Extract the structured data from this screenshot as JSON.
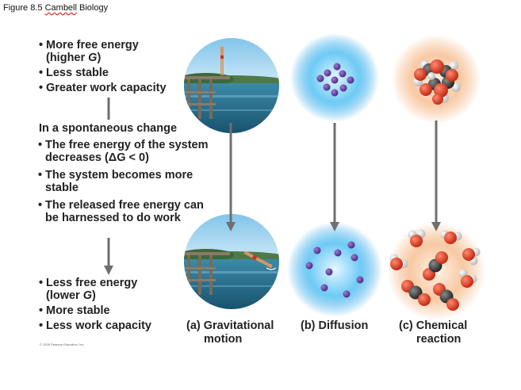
{
  "caption": {
    "prefix": "Figure 8.5 ",
    "underlined": "Cambell",
    "suffix": " Biology"
  },
  "top_list": [
    {
      "line1": "More free energy",
      "line2_prefix": "(higher ",
      "line2_italic": "G",
      "line2_suffix": ")"
    },
    {
      "line1": "Less stable"
    },
    {
      "line1": "Greater work capacity"
    }
  ],
  "middle": {
    "header": "In a spontaneous change",
    "bullets": [
      {
        "line1": "The free energy of the system",
        "line2": "decreases (ΔG < 0)"
      },
      {
        "line1": "The system becomes more",
        "line2": "stable"
      },
      {
        "line1": "The released free energy can",
        "line2": "be harnessed to do work"
      }
    ]
  },
  "bottom_list": [
    {
      "line1": "Less free energy",
      "line2_prefix": "(lower ",
      "line2_italic": "G",
      "line2_suffix": ")"
    },
    {
      "line1": "More stable"
    },
    {
      "line1": "Less work capacity"
    }
  ],
  "panels": {
    "a_line1": "(a) Gravitational",
    "a_line2": "motion",
    "b_line1": "(b) Diffusion",
    "c_line1": "(c) Chemical",
    "c_line2": "reaction"
  },
  "copyright": "© 2005 Pearson Education, Inc.",
  "colors": {
    "arrow": "#6f6f6f",
    "dye_dot": "#6a3fa5",
    "oxygen": "#d63a22",
    "carbon": "#3b3b3b",
    "hydrogen": "#eeeeee",
    "diffusion_glow": "#2aa0e6",
    "chemical_glow": "#f6b98a"
  }
}
